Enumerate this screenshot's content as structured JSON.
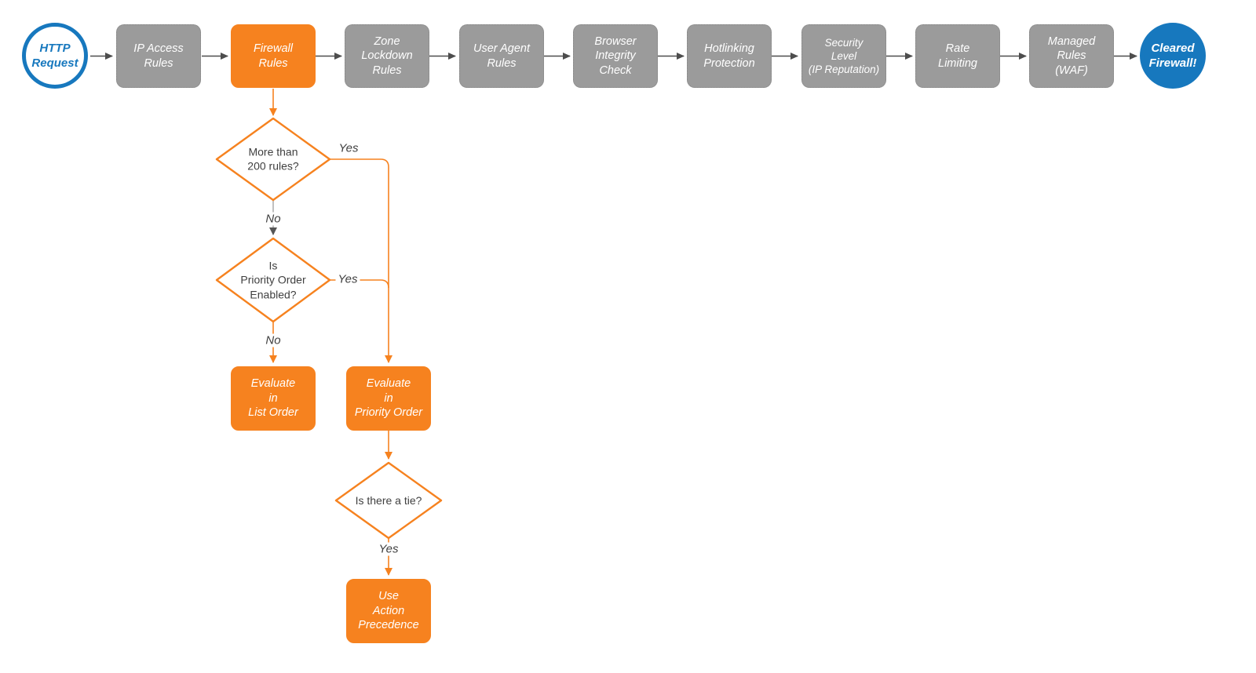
{
  "diagram": {
    "title": "HTTP request firewall evaluation flowchart",
    "colors": {
      "orange": "#F6821F",
      "gray": "#9B9B9B",
      "blue": "#1778BE",
      "arrow_dark": "#4D4D4D",
      "gray_line": "#B0B0B0",
      "text_dark": "#3F3F3F",
      "background": "#FFFFFF"
    },
    "main": [
      {
        "id": "http-request",
        "type": "start-circle",
        "label": "HTTP\nRequest"
      },
      {
        "id": "ip-access-rules",
        "type": "process",
        "label": "IP Access\nRules"
      },
      {
        "id": "firewall-rules",
        "type": "process-highlight",
        "label": "Firewall\nRules"
      },
      {
        "id": "zone-lockdown-rules",
        "type": "process",
        "label": "Zone\nLockdown\nRules"
      },
      {
        "id": "user-agent-rules",
        "type": "process",
        "label": "User Agent\nRules"
      },
      {
        "id": "browser-integrity-check",
        "type": "process",
        "label": "Browser\nIntegrity\nCheck"
      },
      {
        "id": "hotlinking-protection",
        "type": "process",
        "label": "Hotlinking\nProtection"
      },
      {
        "id": "security-level",
        "type": "process",
        "label": "Security\nLevel\n(IP Reputation)"
      },
      {
        "id": "rate-limiting",
        "type": "process",
        "label": "Rate\nLimiting"
      },
      {
        "id": "managed-rules-waf",
        "type": "process",
        "label": "Managed\nRules\n(WAF)"
      },
      {
        "id": "cleared-firewall",
        "type": "end-circle",
        "label": "Cleared\nFirewall!"
      }
    ],
    "decisions": [
      {
        "id": "more-than-200-rules",
        "label": "More than\n200 rules?"
      },
      {
        "id": "priority-order-enabled",
        "label": "Is\nPriority Order\nEnabled?"
      },
      {
        "id": "is-there-a-tie",
        "label": "Is there a tie?"
      }
    ],
    "actions": [
      {
        "id": "evaluate-in-list-order",
        "label": "Evaluate\nin\nList Order"
      },
      {
        "id": "evaluate-in-priority-order",
        "label": "Evaluate\nin\nPriority Order"
      },
      {
        "id": "use-action-precedence",
        "label": "Use\nAction\nPrecedence"
      }
    ],
    "edge_labels": {
      "d1_yes": "Yes",
      "d1_no": "No",
      "d2_yes": "Yes",
      "d2_no": "No",
      "d3_yes": "Yes"
    }
  }
}
